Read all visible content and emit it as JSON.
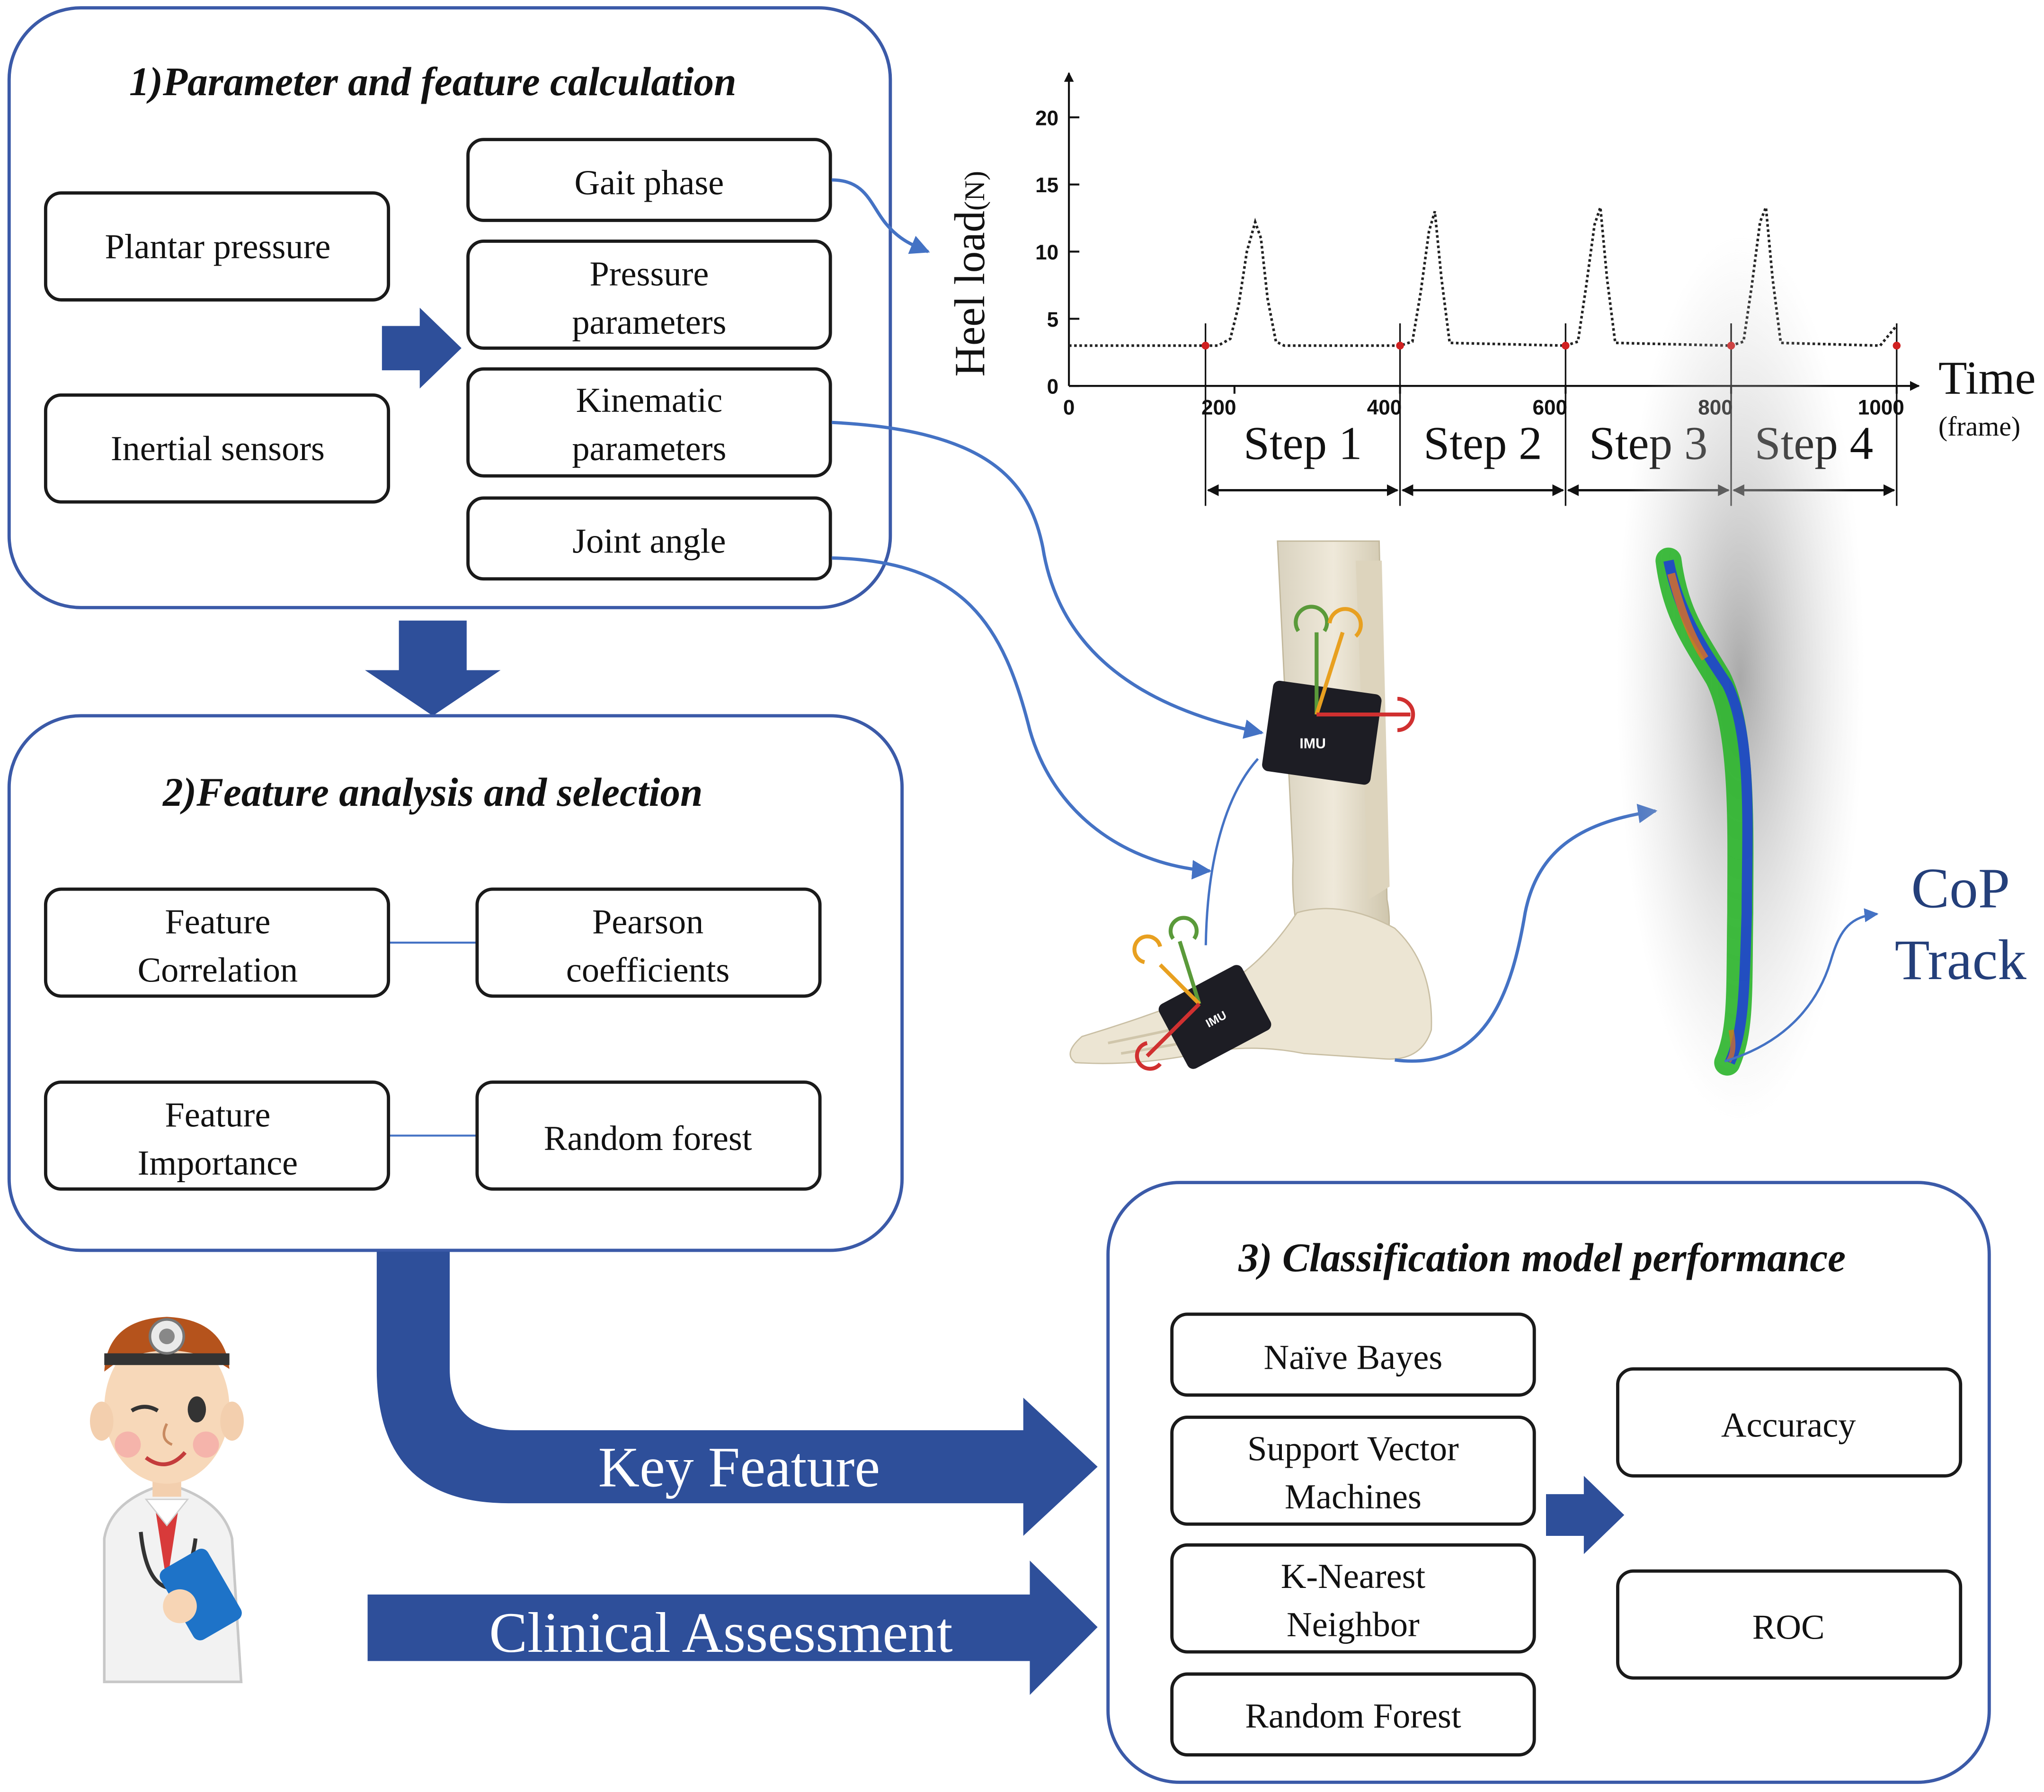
{
  "colors": {
    "panel_border": "#3b5aa8",
    "arrow_fill": "#2e4f9a",
    "connector": "#4472c4",
    "box_border": "#1a1a1a",
    "cop_text": "#243f7a",
    "red_marker": "#d02020"
  },
  "section1": {
    "title": "1)Parameter and feature calculation",
    "inputs": [
      "Plantar pressure",
      "Inertial sensors"
    ],
    "outputs": [
      {
        "line1": "Gait phase",
        "line2": ""
      },
      {
        "line1": "Pressure",
        "line2": "parameters"
      },
      {
        "line1": "Kinematic",
        "line2": "parameters"
      },
      {
        "line1": "Joint  angle",
        "line2": ""
      }
    ]
  },
  "section2": {
    "title": "2)Feature analysis and selection",
    "rows": [
      {
        "left1": "Feature",
        "left2": "Correlation",
        "right1": "Pearson",
        "right2": "coefficients"
      },
      {
        "left1": "Feature",
        "left2": "Importance",
        "right1": "Random forest",
        "right2": ""
      }
    ]
  },
  "section3": {
    "title": "3) Classification model performance",
    "models": [
      {
        "line1": "Naïve Bayes",
        "line2": ""
      },
      {
        "line1": "Support Vector",
        "line2": "Machines"
      },
      {
        "line1": "K-Nearest",
        "line2": "Neighbor"
      },
      {
        "line1": "Random Forest",
        "line2": ""
      }
    ],
    "metrics": [
      "Accuracy",
      "ROC"
    ]
  },
  "flows": {
    "key_feature": "Key Feature",
    "clinical_assessment": "Clinical Assessment"
  },
  "illustrations": {
    "imu_upper": "IMU",
    "imu_lower": "IMU",
    "cop_line1": "CoP",
    "cop_line2": "Track"
  },
  "chart_data": {
    "type": "line",
    "title": "",
    "ylabel": "Heel load",
    "ylabel_unit": "(N)",
    "xlabel": "Time",
    "xlabel_unit": "(frame)",
    "xlim": [
      0,
      1000
    ],
    "ylim": [
      0,
      20
    ],
    "xticks": [
      0,
      200,
      400,
      600,
      800,
      1000
    ],
    "yticks": [
      0,
      5,
      10,
      15,
      20
    ],
    "series": [
      {
        "x": [
          0,
          170,
          180,
          195,
          205,
          215,
          225,
          232,
          240,
          250,
          260,
          270,
          400,
          415,
          425,
          435,
          442,
          450,
          460,
          600,
          615,
          625,
          635,
          642,
          650,
          660,
          800,
          815,
          825,
          835,
          842,
          850,
          860,
          980,
          1000
        ],
        "values": [
          3,
          3,
          3,
          3.5,
          6,
          10,
          12.2,
          11,
          6.5,
          3.3,
          3,
          3,
          3,
          3.3,
          7,
          11.5,
          13,
          8,
          3.2,
          3,
          3.3,
          7.5,
          12,
          13.3,
          8,
          3.2,
          3,
          3.3,
          7.5,
          12.2,
          13.3,
          8,
          3.2,
          3,
          4.5
        ]
      }
    ],
    "markers_x": [
      165,
      400,
      600,
      800,
      1000
    ],
    "marker_value": 3,
    "steps": [
      {
        "label": "Step 1",
        "from": 165,
        "to": 400
      },
      {
        "label": "Step 2",
        "from": 400,
        "to": 600
      },
      {
        "label": "Step 3",
        "from": 600,
        "to": 800
      },
      {
        "label": "Step 4",
        "from": 800,
        "to": 1000
      }
    ]
  }
}
